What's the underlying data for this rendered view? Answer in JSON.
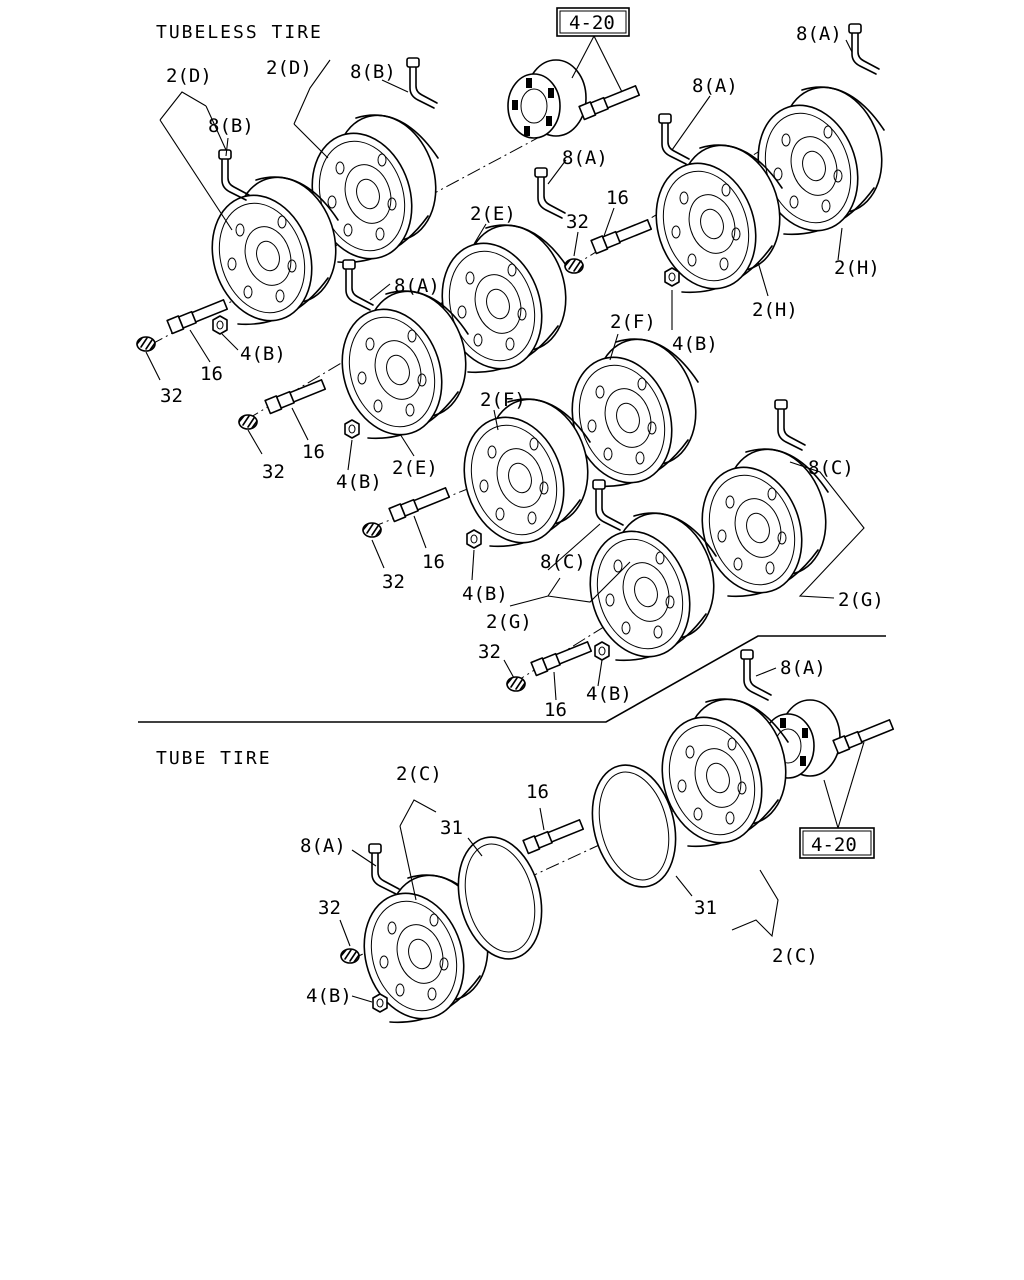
{
  "sections": {
    "tubeless_title": "TUBELESS TIRE",
    "tube_title": "TUBE TIRE"
  },
  "references": {
    "ref_top": "4-20",
    "ref_bottom": "4-20"
  },
  "callouts": {
    "c_2D_a": "2(D)",
    "c_2D_b": "2(D)",
    "c_8B_a": "8(B)",
    "c_8B_b": "8(B)",
    "c_8A_tr": "8(A)",
    "c_8A_r": "8(A)",
    "c_8A_mid": "8(A)",
    "c_8A_center": "8(A)",
    "c_8A_tube_r": "8(A)",
    "c_8A_tube_l": "8(A)",
    "c_2E_top": "2(E)",
    "c_2E_bot": "2(E)",
    "c_32_a": "32",
    "c_16_a": "16",
    "c_32_b": "32",
    "c_16_b": "16",
    "c_4B_a": "4(B)",
    "c_32_c": "32",
    "c_16_c": "16",
    "c_4B_b": "4(B)",
    "c_4B_c": "4(B)",
    "c_2H_a": "2(H)",
    "c_2H_b": "2(H)",
    "c_2F_top": "2(F)",
    "c_2F_mid": "2(F)",
    "c_32_d": "32",
    "c_16_d": "16",
    "c_4B_d": "4(B)",
    "c_8C_r": "8(C)",
    "c_8C_mid": "8(C)",
    "c_2G_l": "2(G)",
    "c_2G_r": "2(G)",
    "c_32_e": "32",
    "c_16_e": "16",
    "c_4B_e": "4(B)",
    "c_2C_top": "2(C)",
    "c_31_a": "31",
    "c_16_f": "16",
    "c_32_f": "32",
    "c_4B_f": "4(B)",
    "c_31_b": "31",
    "c_2C_bot": "2(C)"
  }
}
